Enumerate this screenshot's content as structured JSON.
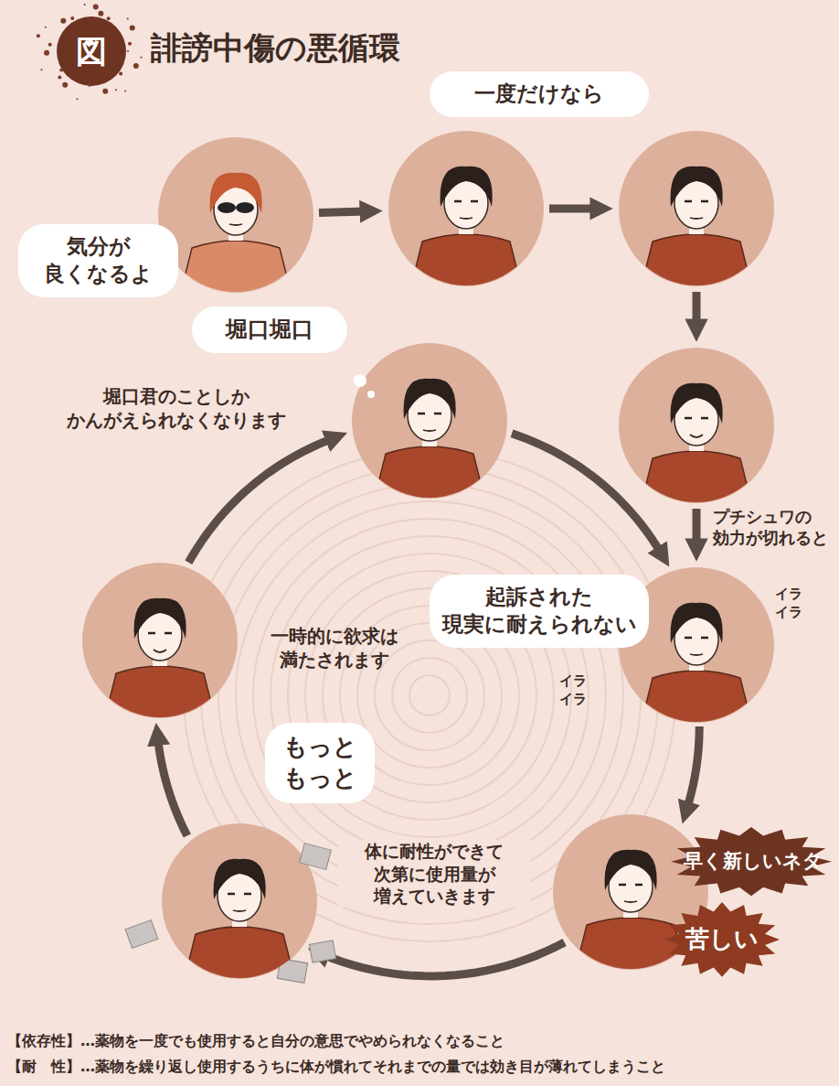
{
  "diagram": {
    "title": "誹謗中傷の悪循環",
    "nodes": [
      {
        "text": [
          "気分が 良くなるよ"
        ]
      },
      {
        "text": [
          "一度だけなら"
        ]
      },
      {
        "text": []
      },
      {
        "text": []
      },
      {
        "text": [
          "起訴された 現実に耐えられない"
        ]
      },
      {
        "text": [
          "早く新しいネタ",
          "苦しい"
        ]
      },
      {
        "text": [
          "もっと もっと"
        ]
      },
      {
        "text": [
          "一時的に欲求は 満たされます"
        ]
      },
      {
        "text": [
          "堀口堀口"
        ]
      }
    ],
    "edges": [
      {
        "from": 0,
        "to": 1,
        "arrow": "to"
      },
      {
        "from": 1,
        "to": 2,
        "arrow": "to"
      },
      {
        "from": 2,
        "to": 3,
        "arrow": "to"
      },
      {
        "from": 3,
        "to": 4,
        "arrow": "to",
        "label": "プチシュワの 効力が切れると"
      },
      {
        "from": 4,
        "to": 5,
        "arrow": "to"
      },
      {
        "from": 5,
        "to": 6,
        "arrow": "to",
        "label": "体に耐性ができて 次第に使用量が 増えていきます"
      },
      {
        "from": 6,
        "to": 7,
        "arrow": "to"
      },
      {
        "from": 7,
        "to": 8,
        "arrow": "to",
        "label": "堀口君のことしか かんがえられなくなります"
      },
      {
        "from": 8,
        "to": 4,
        "arrow": "to"
      }
    ],
    "labels": [
      "図",
      "イラ イラ",
      "イラ イラ",
      "【依存性】…薬物を一度でも使用すると自分の意思でやめられなくなること",
      "【耐　性】…薬物を繰り返し使用するうちに体が慣れてそれまでの量では効き目が薄れてしまうこと"
    ]
  }
}
